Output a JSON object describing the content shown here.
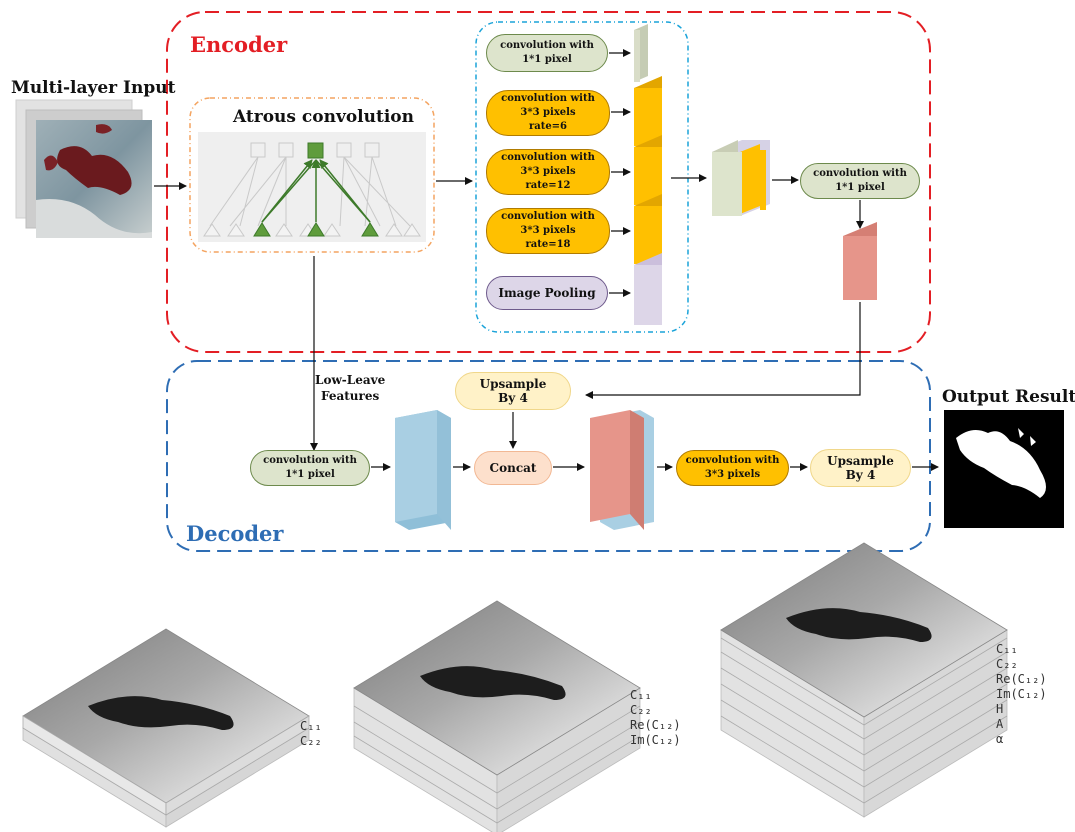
{
  "encoder": {
    "title": "Encoder",
    "atrous_title": "Atrous convolution",
    "aspp": {
      "branch_1x1": "convolution with\n1*1 pixel",
      "branch_rate6": "convolution  with\n3*3 pixels\nrate=6",
      "branch_rate12": "convolution  with\n3*3 pixels\nrate=12",
      "branch_rate18": "convolution  with\n3*3 pixels\nrate=18",
      "image_pooling": "Image Pooling"
    },
    "fuse_conv": "convolution with\n1*1 pixel"
  },
  "decoder": {
    "title": "Decoder",
    "low_level_label": "Low-Leave\nFeatures",
    "low_level_conv": "convolution with\n1*1 pixel",
    "upsample_top": "Upsample\nBy 4",
    "concat": "Concat",
    "conv_3x3": "convolution with\n3*3 pixels",
    "upsample_final": "Upsample\nBy 4"
  },
  "input_title": "Multi-layer Input",
  "output_title": "Output Result",
  "input_stacks": [
    {
      "layers": [
        "C₁₁",
        "C₂₂"
      ]
    },
    {
      "layers": [
        "C₁₁",
        "C₂₂",
        "Re(C₁₂)",
        "Im(C₁₂)"
      ]
    },
    {
      "layers": [
        "C₁₁",
        "C₂₂",
        "Re(C₁₂)",
        "Im(C₁₂)",
        "H",
        "A",
        "α"
      ]
    }
  ],
  "colors": {
    "encoder_border": "#e31e24",
    "decoder_border": "#2e6db4",
    "aspp_border": "#1aa3d9",
    "atrous_border": "#f4a460",
    "green_fill": "#dde4cc",
    "orange_fill": "#ffc000",
    "purple_fill": "#ddd6e8",
    "salmon_block": "#e6958a",
    "blue_block": "#a9cfe3"
  }
}
